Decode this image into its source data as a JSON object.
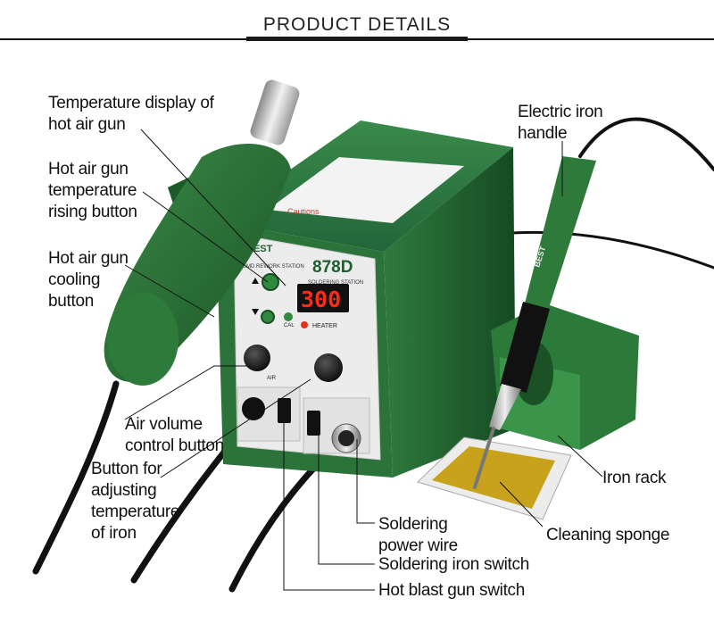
{
  "header": {
    "title": "PRODUCT DETAILS"
  },
  "product": {
    "model": "878D",
    "brand": "BEST",
    "display_value": "300",
    "panel_left_title": "SMD REWORK STATION",
    "panel_right_title": "SOLDERING STATION",
    "heater_label": "HEATER",
    "air_label": "AIR",
    "cal_label": "CAL",
    "iron_brand": "BEST",
    "caution_label": "Cautions"
  },
  "labels": {
    "temp_display": "Temperature display of\nhot air gun",
    "rising_button": "Hot air gun\ntemperature\nrising button",
    "cooling_button": "Hot air gun\ncooling\nbutton",
    "air_volume": "Air volume\ncontrol button",
    "iron_temp": "Button for\nadjusting\ntemperature\nof iron",
    "iron_handle": "Electric iron\nhandle",
    "iron_rack": "Iron rack",
    "cleaning_sponge": "Cleaning sponge",
    "soldering_wire": "Soldering\npower wire",
    "iron_switch": "Soldering iron switch",
    "blast_switch": "Hot blast gun switch"
  },
  "colors": {
    "body_green": "#1f5e2e",
    "panel": "#ededed",
    "display_red": "#ff2a1a",
    "sponge": "#c9a21c"
  }
}
